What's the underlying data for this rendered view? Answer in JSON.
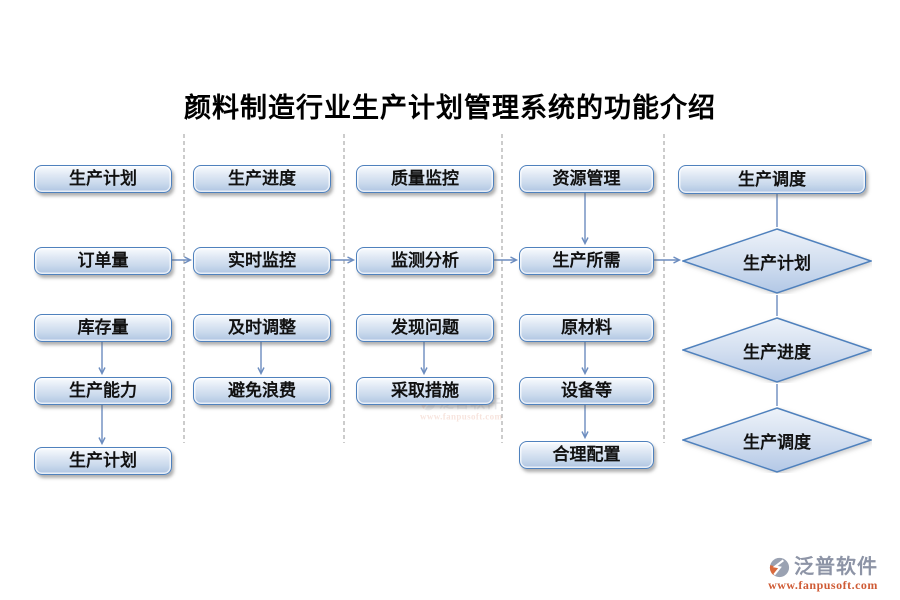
{
  "title": "颜料制造行业生产计划管理系统的功能介绍",
  "columns": [
    {
      "header": "生产计划",
      "items": [
        "订单量",
        "库存量",
        "生产能力",
        "生产计划"
      ]
    },
    {
      "header": "生产进度",
      "items": [
        "实时监控",
        "及时调整",
        "避免浪费"
      ]
    },
    {
      "header": "质量监控",
      "items": [
        "监测分析",
        "发现问题",
        "采取措施"
      ]
    },
    {
      "header": "资源管理",
      "items": [
        "生产所需",
        "原材料",
        "设备等",
        "合理配置"
      ]
    },
    {
      "header": "生产调度",
      "items": []
    }
  ],
  "decisions": [
    "生产计划",
    "生产进度",
    "生产调度"
  ],
  "watermark": {
    "brand": "泛普软件",
    "url": "www.fanpusoft.com"
  },
  "colors": {
    "node_border": "#4f81bd",
    "node_fill_top": "#f9fbfe",
    "node_fill_bottom": "#aec4e2",
    "connector": "#6b8cbf",
    "separator": "#9a9a9a",
    "brand_gray": "#8d94a6",
    "brand_orange": "#cf5b35"
  }
}
